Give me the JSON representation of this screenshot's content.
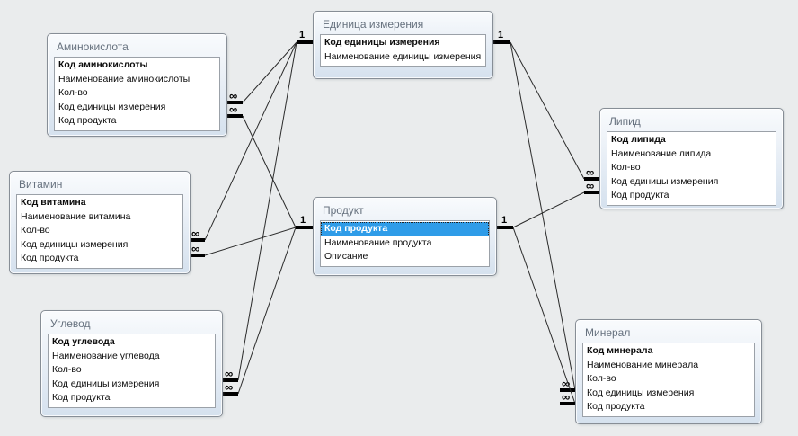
{
  "diagram": {
    "one_symbol": "1",
    "many_symbol": "∞",
    "colors": {
      "canvas": "#eaeced",
      "line": "#2b2b2b",
      "selection": "#2f9ce8"
    }
  },
  "tables": [
    {
      "id": "aminokislota",
      "title": "Аминокислота",
      "fields": [
        {
          "name": "Код аминокислоты",
          "pk": true
        },
        {
          "name": "Наименование аминокислоты"
        },
        {
          "name": "Кол-во"
        },
        {
          "name": "Код единицы измерения"
        },
        {
          "name": "Код продукта"
        }
      ]
    },
    {
      "id": "edinitsa-izmereniya",
      "title": "Единица измерения",
      "fields": [
        {
          "name": "Код единицы измерения",
          "pk": true
        },
        {
          "name": "Наименование единицы измерения"
        }
      ]
    },
    {
      "id": "vitamin",
      "title": "Витамин",
      "fields": [
        {
          "name": "Код витамина",
          "pk": true
        },
        {
          "name": "Наименование витамина"
        },
        {
          "name": "Кол-во"
        },
        {
          "name": "Код единицы измерения"
        },
        {
          "name": "Код продукта"
        }
      ]
    },
    {
      "id": "produkt",
      "title": "Продукт",
      "fields": [
        {
          "name": "Код продукта",
          "pk": true,
          "selected": true
        },
        {
          "name": "Наименование продукта"
        },
        {
          "name": "Описание"
        }
      ]
    },
    {
      "id": "uglevod",
      "title": "Углевод",
      "fields": [
        {
          "name": "Код углевода",
          "pk": true
        },
        {
          "name": "Наименование углевода"
        },
        {
          "name": "Кол-во"
        },
        {
          "name": "Код единицы измерения"
        },
        {
          "name": "Код продукта"
        }
      ]
    },
    {
      "id": "lipid",
      "title": "Липид",
      "fields": [
        {
          "name": "Код липида",
          "pk": true
        },
        {
          "name": "Наименование липида"
        },
        {
          "name": "Кол-во"
        },
        {
          "name": "Код единицы измерения"
        },
        {
          "name": "Код продукта"
        }
      ]
    },
    {
      "id": "mineral",
      "title": "Минерал",
      "fields": [
        {
          "name": "Код минерала",
          "pk": true
        },
        {
          "name": "Наименование минерала"
        },
        {
          "name": "Кол-во"
        },
        {
          "name": "Код единицы измерения"
        },
        {
          "name": "Код продукта"
        }
      ]
    }
  ],
  "relationships": [
    {
      "one": "Единица измерения",
      "many": "Аминокислота",
      "one_card": "1",
      "many_card": "∞"
    },
    {
      "one": "Единица измерения",
      "many": "Витамин",
      "one_card": "1",
      "many_card": "∞"
    },
    {
      "one": "Единица измерения",
      "many": "Углевод",
      "one_card": "1",
      "many_card": "∞"
    },
    {
      "one": "Единица измерения",
      "many": "Липид",
      "one_card": "1",
      "many_card": "∞"
    },
    {
      "one": "Единица измерения",
      "many": "Минерал",
      "one_card": "1",
      "many_card": "∞"
    },
    {
      "one": "Продукт",
      "many": "Аминокислота",
      "one_card": "1",
      "many_card": "∞"
    },
    {
      "one": "Продукт",
      "many": "Витамин",
      "one_card": "1",
      "many_card": "∞"
    },
    {
      "one": "Продукт",
      "many": "Углевод",
      "one_card": "1",
      "many_card": "∞"
    },
    {
      "one": "Продукт",
      "many": "Липид",
      "one_card": "1",
      "many_card": "∞"
    },
    {
      "one": "Продукт",
      "many": "Минерал",
      "one_card": "1",
      "many_card": "∞"
    }
  ]
}
